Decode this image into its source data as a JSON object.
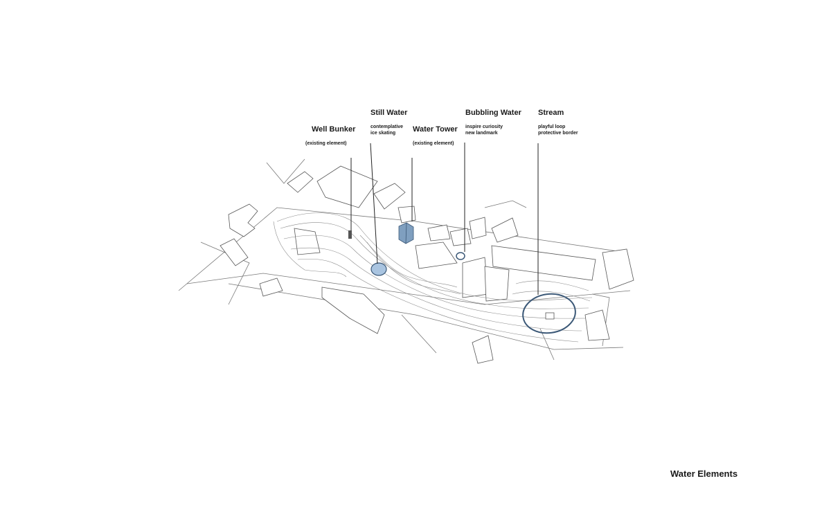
{
  "labels": {
    "well_bunker": {
      "title": "Well Bunker",
      "sub1": "(existing element)"
    },
    "still_water": {
      "title": "Still Water",
      "sub1": "contemplative",
      "sub2": "ice skating"
    },
    "water_tower": {
      "title": "Water Tower",
      "sub1": "(existing element)"
    },
    "bubbling_water": {
      "title": "Bubbling Water",
      "sub1": "inspire curiosity",
      "sub2": "new landmark"
    },
    "stream": {
      "title": "Stream",
      "sub1": "playful loop",
      "sub2": "protective border"
    }
  },
  "caption": "Water Elements",
  "colors": {
    "water_fill": "#a9c4e0",
    "water_stroke": "#3b5877",
    "tower_fill": "#7f9fbf"
  }
}
